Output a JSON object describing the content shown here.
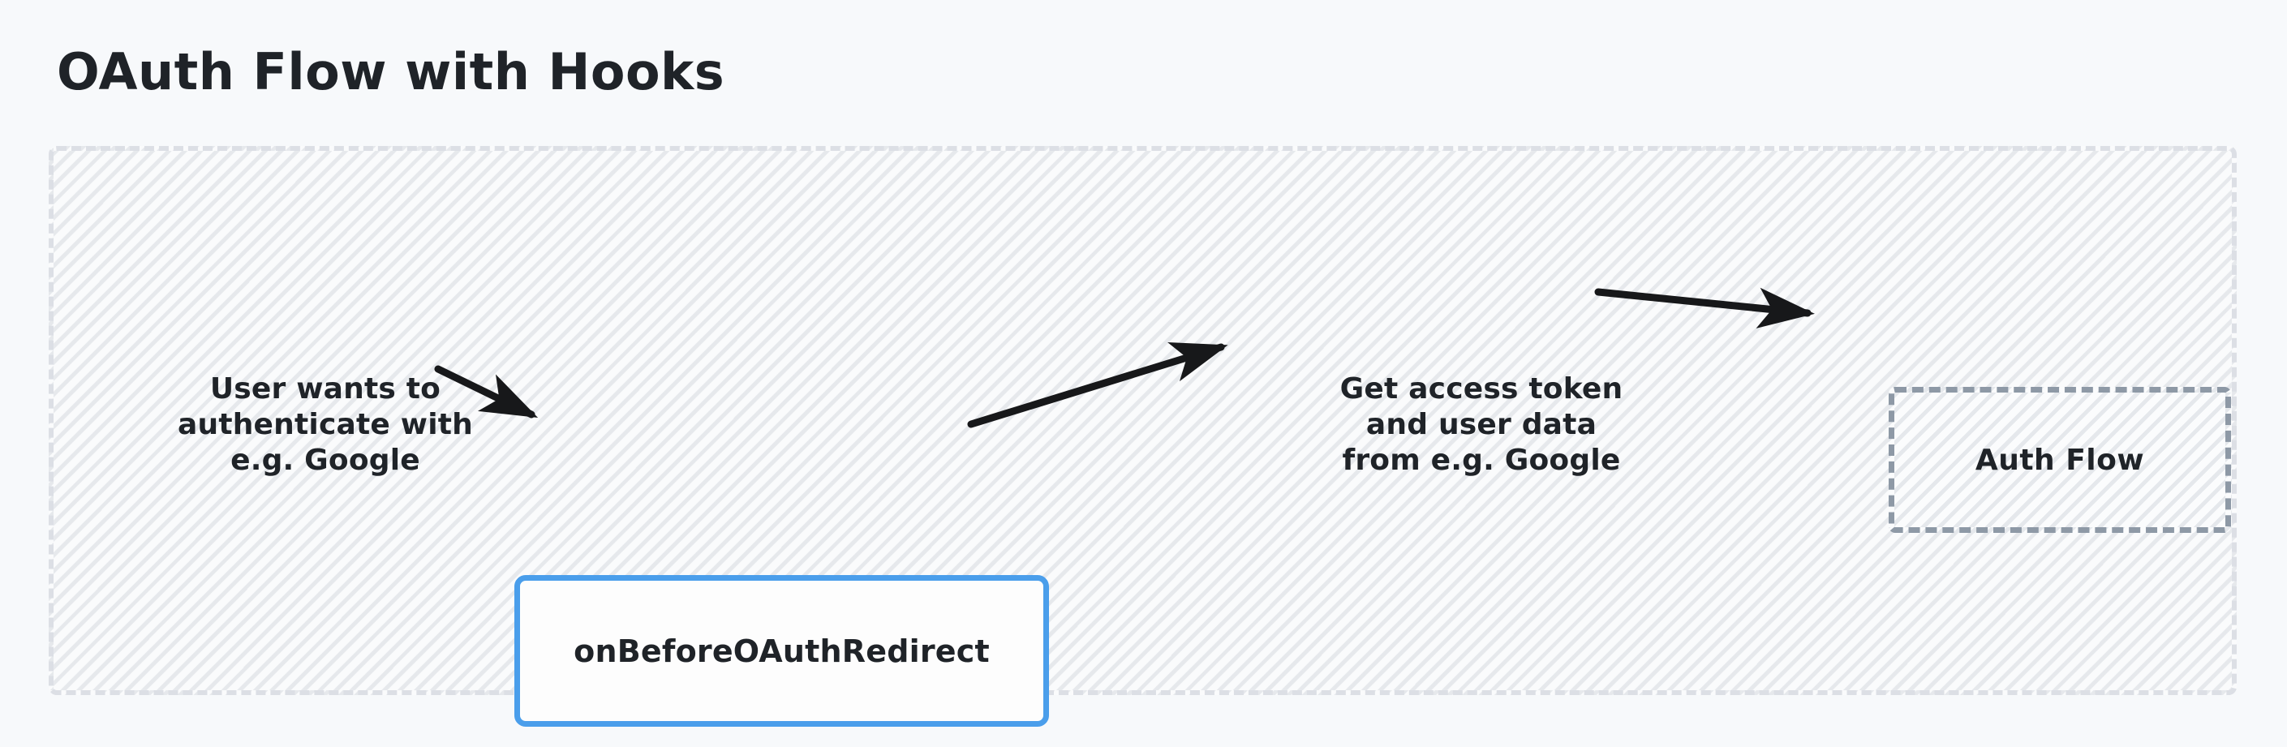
{
  "title": "OAuth Flow with Hooks",
  "container": {
    "name": "oauth-flow-subgraph",
    "border_style": "dashed",
    "border_color": "#dcdfe5",
    "fill_pattern": "diagonal-hatch"
  },
  "nodes": [
    {
      "id": "on-before-oauth-redirect",
      "label": "onBeforeOAuthRedirect",
      "shape": "rounded-rect",
      "border_color": "#4a9eeb",
      "fill_color": "#fdfdfd",
      "border_style": "solid"
    },
    {
      "id": "auth-flow",
      "label": "Auth Flow",
      "shape": "rounded-rect",
      "border_color": "#8e99a6",
      "fill_color": "#fbfcfd",
      "border_style": "dashed"
    }
  ],
  "edges": [
    {
      "id": "edge-user-to-hook",
      "label": "User wants to\nauthenticate with\ne.g. Google",
      "from": "start",
      "to": "on-before-oauth-redirect",
      "arrow_color": "#17181a"
    },
    {
      "id": "edge-hook-to-token",
      "label": "Get access token\nand user data\nfrom e.g. Google",
      "from": "on-before-oauth-redirect",
      "to": "auth-flow",
      "arrow_color": "#17181a"
    }
  ],
  "colors": {
    "page_background": "#f7f9fb",
    "text": "#1f2328",
    "accent_blue": "#4a9eeb",
    "dashed_gray": "#8e99a6",
    "container_border": "#dcdfe5",
    "arrow": "#17181a"
  }
}
